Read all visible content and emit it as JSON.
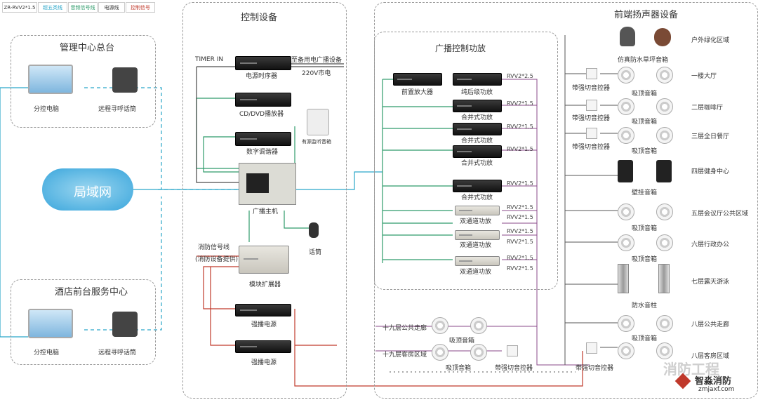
{
  "legend": [
    "ZR-RVV2*1.5",
    "超五类线",
    "音频信号线",
    "电源线",
    "控制信号"
  ],
  "left": {
    "mgmt_title": "管理中心总台",
    "lan": "局域网",
    "hotel_title": "酒店前台服务中心",
    "pc": "分控电脑",
    "mic": "远程寻呼话筒"
  },
  "control": {
    "title": "控制设备",
    "timer": "TIMER IN",
    "standby": "至备用电广播设备",
    "ac": "220V市电",
    "sequencer": "电源时序器",
    "cd": "CD/DVD播放器",
    "tuner": "数字调谐器",
    "monitor": "有源监听音箱",
    "host": "广播主机",
    "mic": "话筒",
    "fire1": "消防信号线",
    "fire2": "(消防设备提供)",
    "expander": "模块扩展器",
    "power": "强播电源"
  },
  "amp": {
    "title": "广播控制功放",
    "pre": "前置放大器",
    "post": "纯后级功放",
    "combined": "合并式功放",
    "dual": "双通道功放",
    "rvv_a": "RVV2*2.5",
    "rvv_b": "RVV2*1.5"
  },
  "front": {
    "title": "前端扬声器设备",
    "switch": "带强切音控器",
    "ceiling": "吸顶音箱",
    "rock": "仿真防水草坪音箱",
    "wall": "壁挂音箱",
    "column": "防水音柱",
    "zones": [
      "户外绿化区域",
      "一楼大厅",
      "二层咖啡厅",
      "三层全日餐厅",
      "四层健身中心",
      "五层会议厅公共区域",
      "六层行政办公",
      "七层露天游泳",
      "八层公共走廊",
      "八层客房区域"
    ],
    "floor19a": "十九层公共走廊",
    "floor19b": "十九层客房区域"
  },
  "watermark": {
    "text": "消防工程",
    "brand": "智淼消防",
    "url": "zmjaxf.com"
  }
}
